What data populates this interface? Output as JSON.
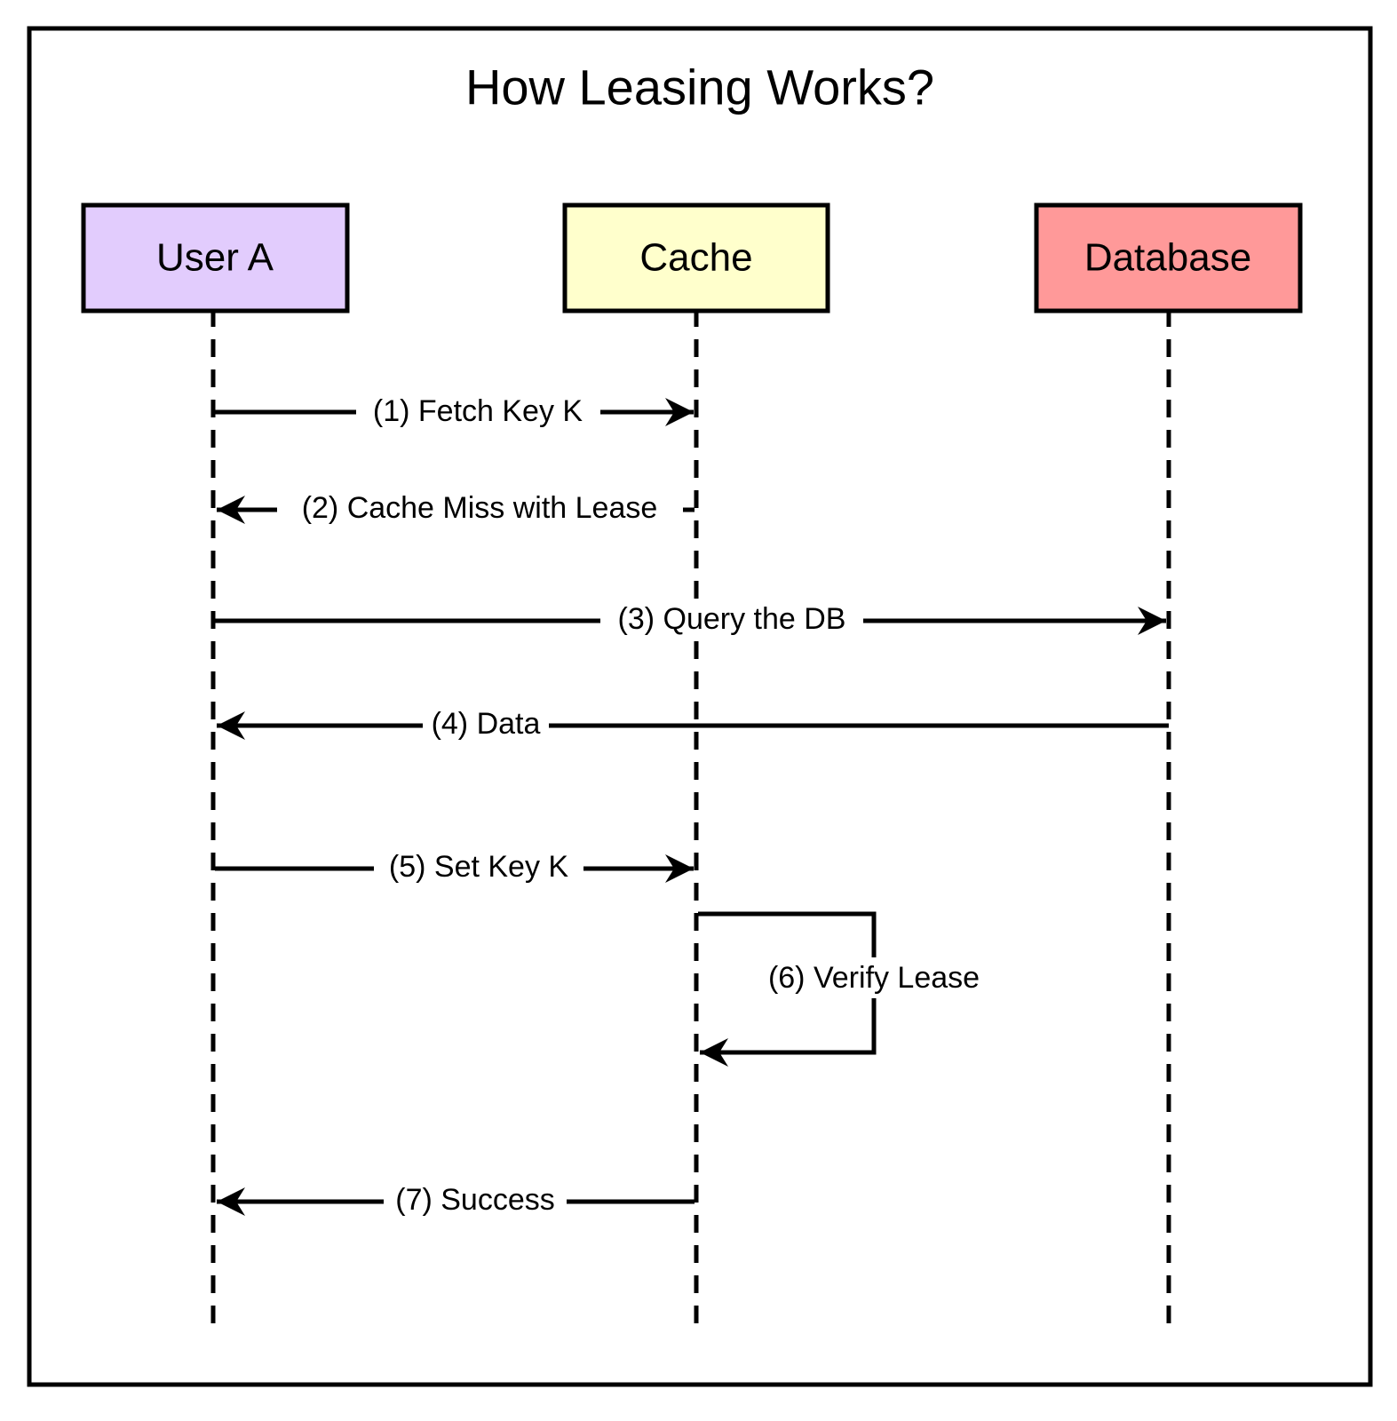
{
  "title": "How Leasing Works?",
  "colors": {
    "user_a": "#E2CCFD",
    "cache": "#FFFFCC",
    "database": "#FF9999",
    "stroke": "#000000",
    "background": "#FFFFFF"
  },
  "actors": [
    {
      "id": "user_a",
      "label": "User A"
    },
    {
      "id": "cache",
      "label": "Cache"
    },
    {
      "id": "database",
      "label": "Database"
    }
  ],
  "messages": [
    {
      "step": 1,
      "label": "(1) Fetch Key K",
      "from": "user_a",
      "to": "cache"
    },
    {
      "step": 2,
      "label": "(2) Cache Miss with Lease",
      "from": "cache",
      "to": "user_a"
    },
    {
      "step": 3,
      "label": "(3) Query the DB",
      "from": "user_a",
      "to": "database"
    },
    {
      "step": 4,
      "label": "(4) Data",
      "from": "database",
      "to": "user_a"
    },
    {
      "step": 5,
      "label": "(5) Set Key K",
      "from": "user_a",
      "to": "cache"
    },
    {
      "step": 6,
      "label": "(6) Verify Lease",
      "from": "cache",
      "to": "cache"
    },
    {
      "step": 7,
      "label": "(7) Success",
      "from": "cache",
      "to": "user_a"
    }
  ]
}
